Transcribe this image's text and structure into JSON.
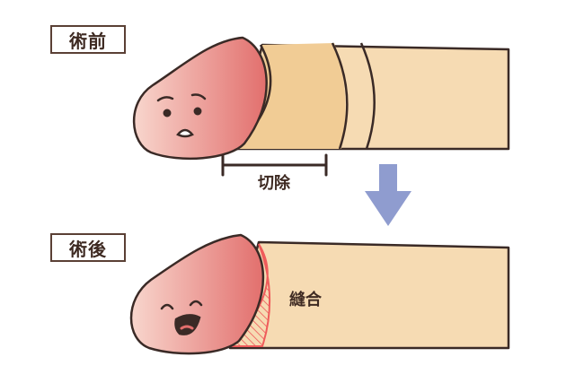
{
  "labels": {
    "before": "術前",
    "after": "術後",
    "excision": "切除",
    "suture": "縫合"
  },
  "colors": {
    "skin": "#f6dbb3",
    "skin_band": "#f1cc95",
    "outline": "#3a2a26",
    "glans_dark": "#e26f6d",
    "glans_light": "#f7cfc7",
    "suture_line": "#ef5b5b",
    "arrow": "#8f9ccf"
  }
}
